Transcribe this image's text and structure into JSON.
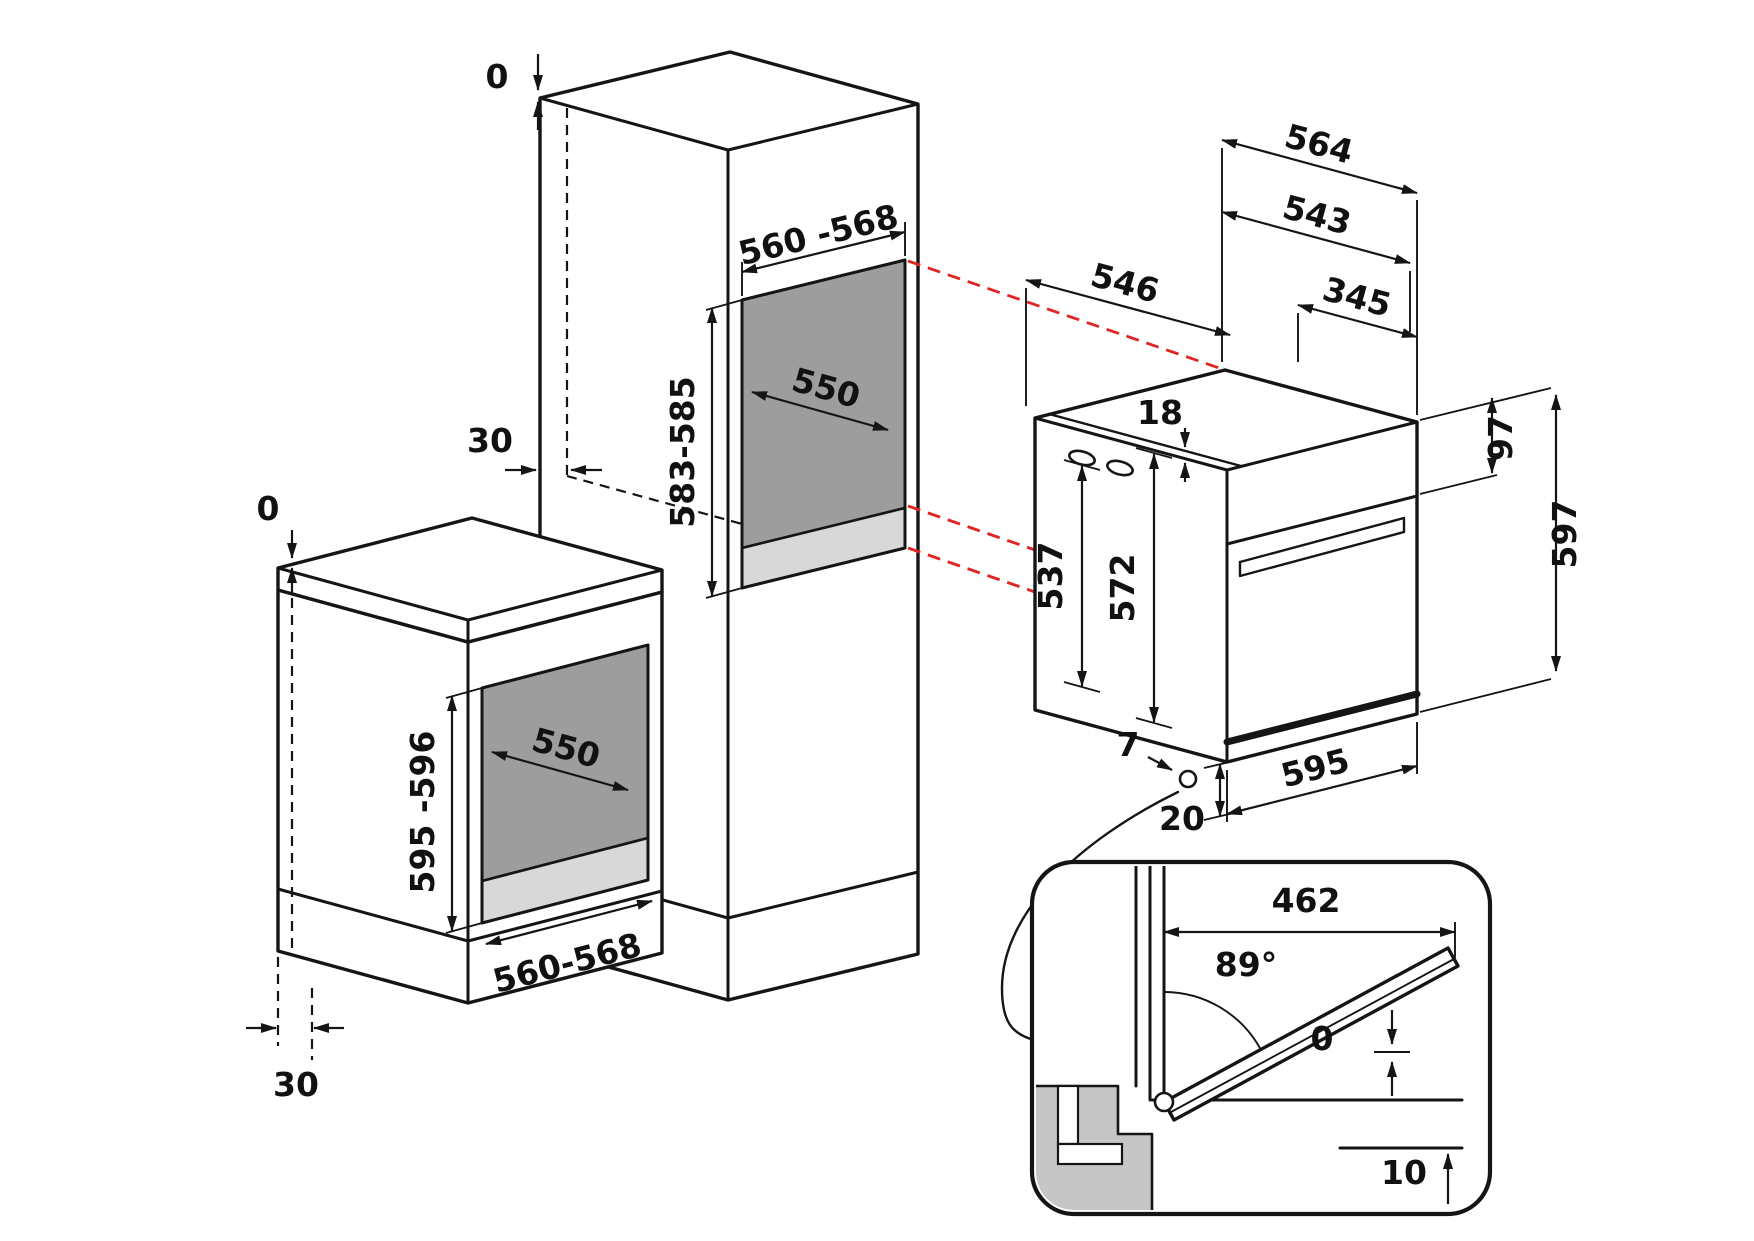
{
  "colors": {
    "projection_red": "#e02525",
    "niche_back": "#9d9d9d",
    "niche_floor": "#d8d8d8",
    "section_gray": "#c6c6c6"
  },
  "tall_cabinet": {
    "top_gap": "0",
    "rear_gap": "30",
    "niche_width": "560 -568",
    "niche_height": "583-585",
    "niche_depth": "550"
  },
  "base_cabinet": {
    "top_gap": "0",
    "niche_depth": "550",
    "niche_height": "595 -596",
    "niche_width": "560-568",
    "plinth_recess": "30"
  },
  "oven": {
    "depth_total": "564",
    "depth_body": "543",
    "depth_inner": "546",
    "top_front_width": "345",
    "top_edge": "18",
    "panel_height": "97",
    "cavity_height": "537",
    "front_height": "572",
    "total_height": "597",
    "width": "595",
    "door_pivot_offset": "7",
    "bottom_clearance": "20"
  },
  "door_detail": {
    "door_reach": "462",
    "opening_angle": "89°",
    "top_gap": "0",
    "bottom_clearance": "10"
  }
}
